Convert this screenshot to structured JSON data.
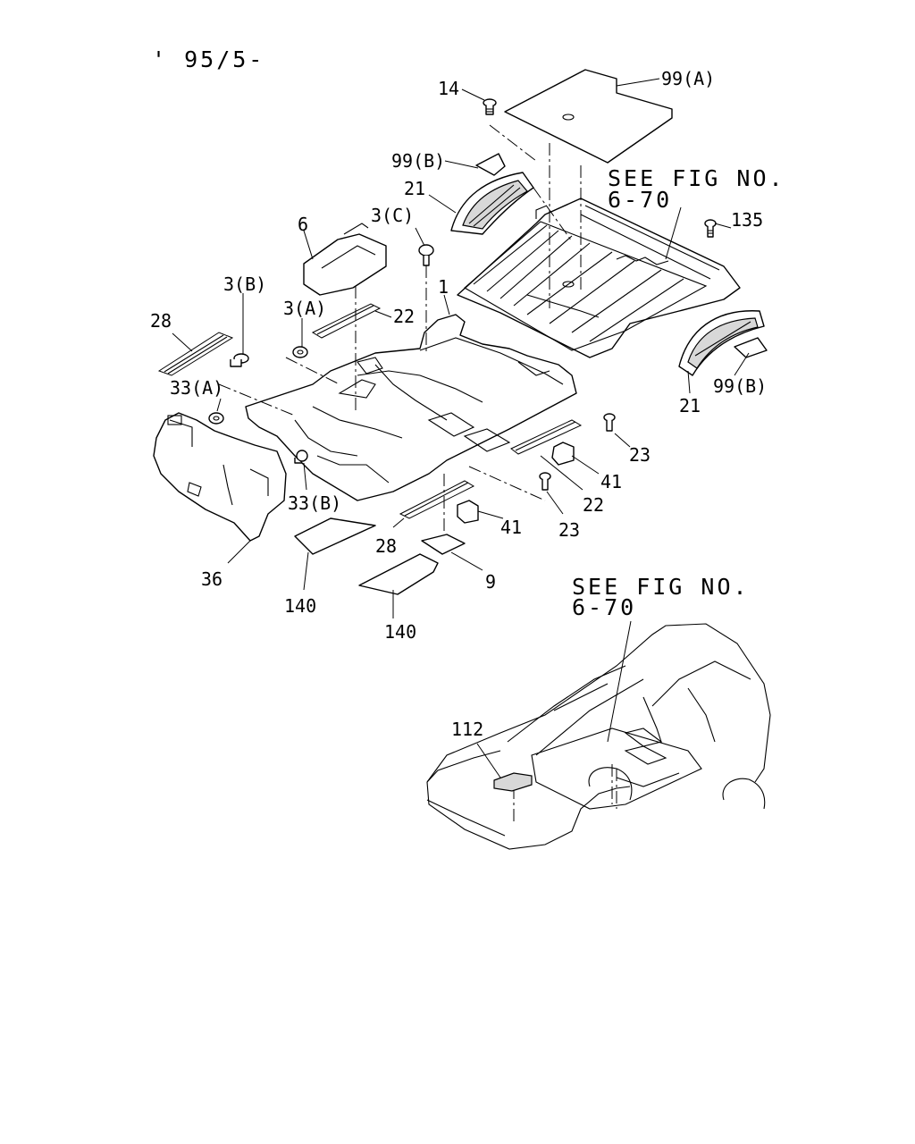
{
  "header": {
    "date_code": "' 95/5-"
  },
  "references": [
    {
      "line1": "SEE FIG NO.",
      "line2": "6-70"
    },
    {
      "line1": "SEE FIG NO.",
      "line2": "6-70"
    }
  ],
  "callouts": {
    "c14": "14",
    "c99a": "99(A)",
    "c99b_top": "99(B)",
    "c21_top": "21",
    "c3c": "3(C)",
    "c6": "6",
    "c135": "135",
    "c3b": "3(B)",
    "c3a": "3(A)",
    "c22_top": "22",
    "c1": "1",
    "c28_top": "28",
    "c33a": "33(A)",
    "c99b_right": "99(B)",
    "c21_right": "21",
    "c23_right": "23",
    "c41_right": "41",
    "c22_mid": "22",
    "c23_mid": "23",
    "c33b": "33(B)",
    "c41_mid": "41",
    "c28_bottom": "28",
    "c36": "36",
    "c9": "9",
    "c140_left": "140",
    "c140_bottom": "140",
    "c112": "112"
  }
}
